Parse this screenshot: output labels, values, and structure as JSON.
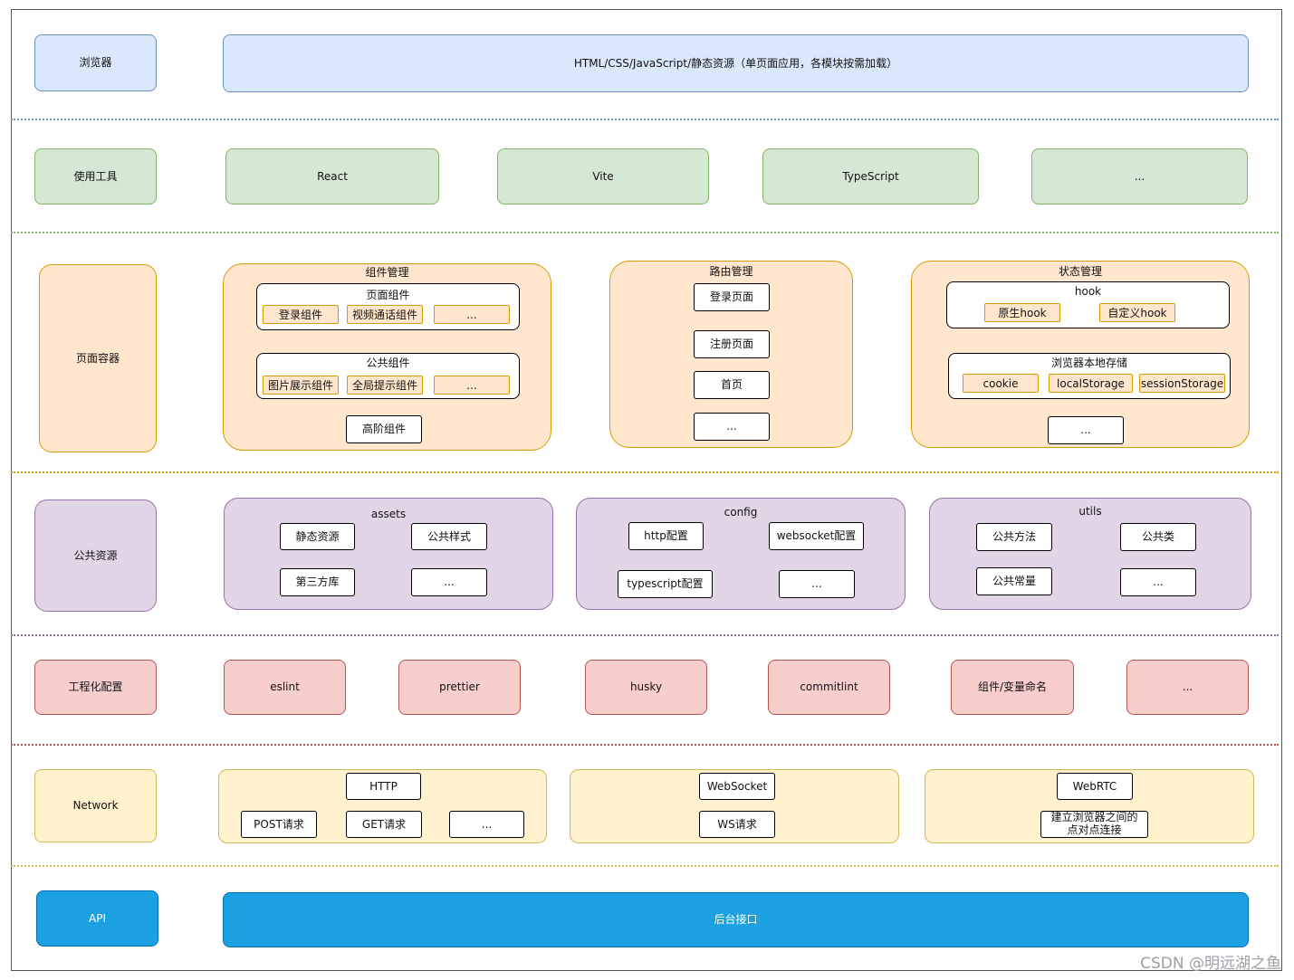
{
  "browser": {
    "label": "浏览器",
    "content": "HTML/CSS/JavaScript/静态资源（单页面应用，各模块按需加载）"
  },
  "tools": {
    "label": "使用工具",
    "items": [
      "React",
      "Vite",
      "TypeScript",
      "..."
    ]
  },
  "page_container": {
    "label": "页面容器",
    "component_mgmt": {
      "title": "组件管理",
      "page_components": {
        "title": "页面组件",
        "items": [
          "登录组件",
          "视频通话组件",
          "..."
        ]
      },
      "common_components": {
        "title": "公共组件",
        "items": [
          "图片展示组件",
          "全局提示组件",
          "..."
        ]
      },
      "hoc": "高阶组件"
    },
    "route_mgmt": {
      "title": "路由管理",
      "items": [
        "登录页面",
        "注册页面",
        "首页",
        "..."
      ]
    },
    "state_mgmt": {
      "title": "状态管理",
      "hook": {
        "title": "hook",
        "items": [
          "原生hook",
          "自定义hook"
        ]
      },
      "storage": {
        "title": "浏览器本地存储",
        "items": [
          "cookie",
          "localStorage",
          "sessionStorage"
        ]
      },
      "more": "..."
    }
  },
  "common_resources": {
    "label": "公共资源",
    "assets": {
      "title": "assets",
      "items": [
        "静态资源",
        "公共样式",
        "第三方库",
        "..."
      ]
    },
    "config": {
      "title": "config",
      "items": [
        "http配置",
        "websocket配置",
        "typescript配置",
        "..."
      ]
    },
    "utils": {
      "title": "utils",
      "items": [
        "公共方法",
        "公共类",
        "公共常量",
        "..."
      ]
    }
  },
  "engineering": {
    "label": "工程化配置",
    "items": [
      "eslint",
      "prettier",
      "husky",
      "commitlint",
      "组件/变量命名",
      "..."
    ]
  },
  "network": {
    "label": "Network",
    "http": {
      "title": "HTTP",
      "items": [
        "POST请求",
        "GET请求",
        "..."
      ]
    },
    "websocket": {
      "title": "WebSocket",
      "items": [
        "WS请求"
      ]
    },
    "webrtc": {
      "title": "WebRTC",
      "items": [
        "建立浏览器之间的点对点连接"
      ]
    }
  },
  "api": {
    "label": "API",
    "content": "后台接口"
  },
  "watermark": "CSDN @明远湖之鱼",
  "colors": {
    "browser": "#dae8fc",
    "tools": "#d5e8d4",
    "page": "#ffe6cc",
    "resources": "#e1d5e7",
    "engineering": "#f8cecc",
    "network": "#fff2cc",
    "api": "#1ba1e2"
  }
}
